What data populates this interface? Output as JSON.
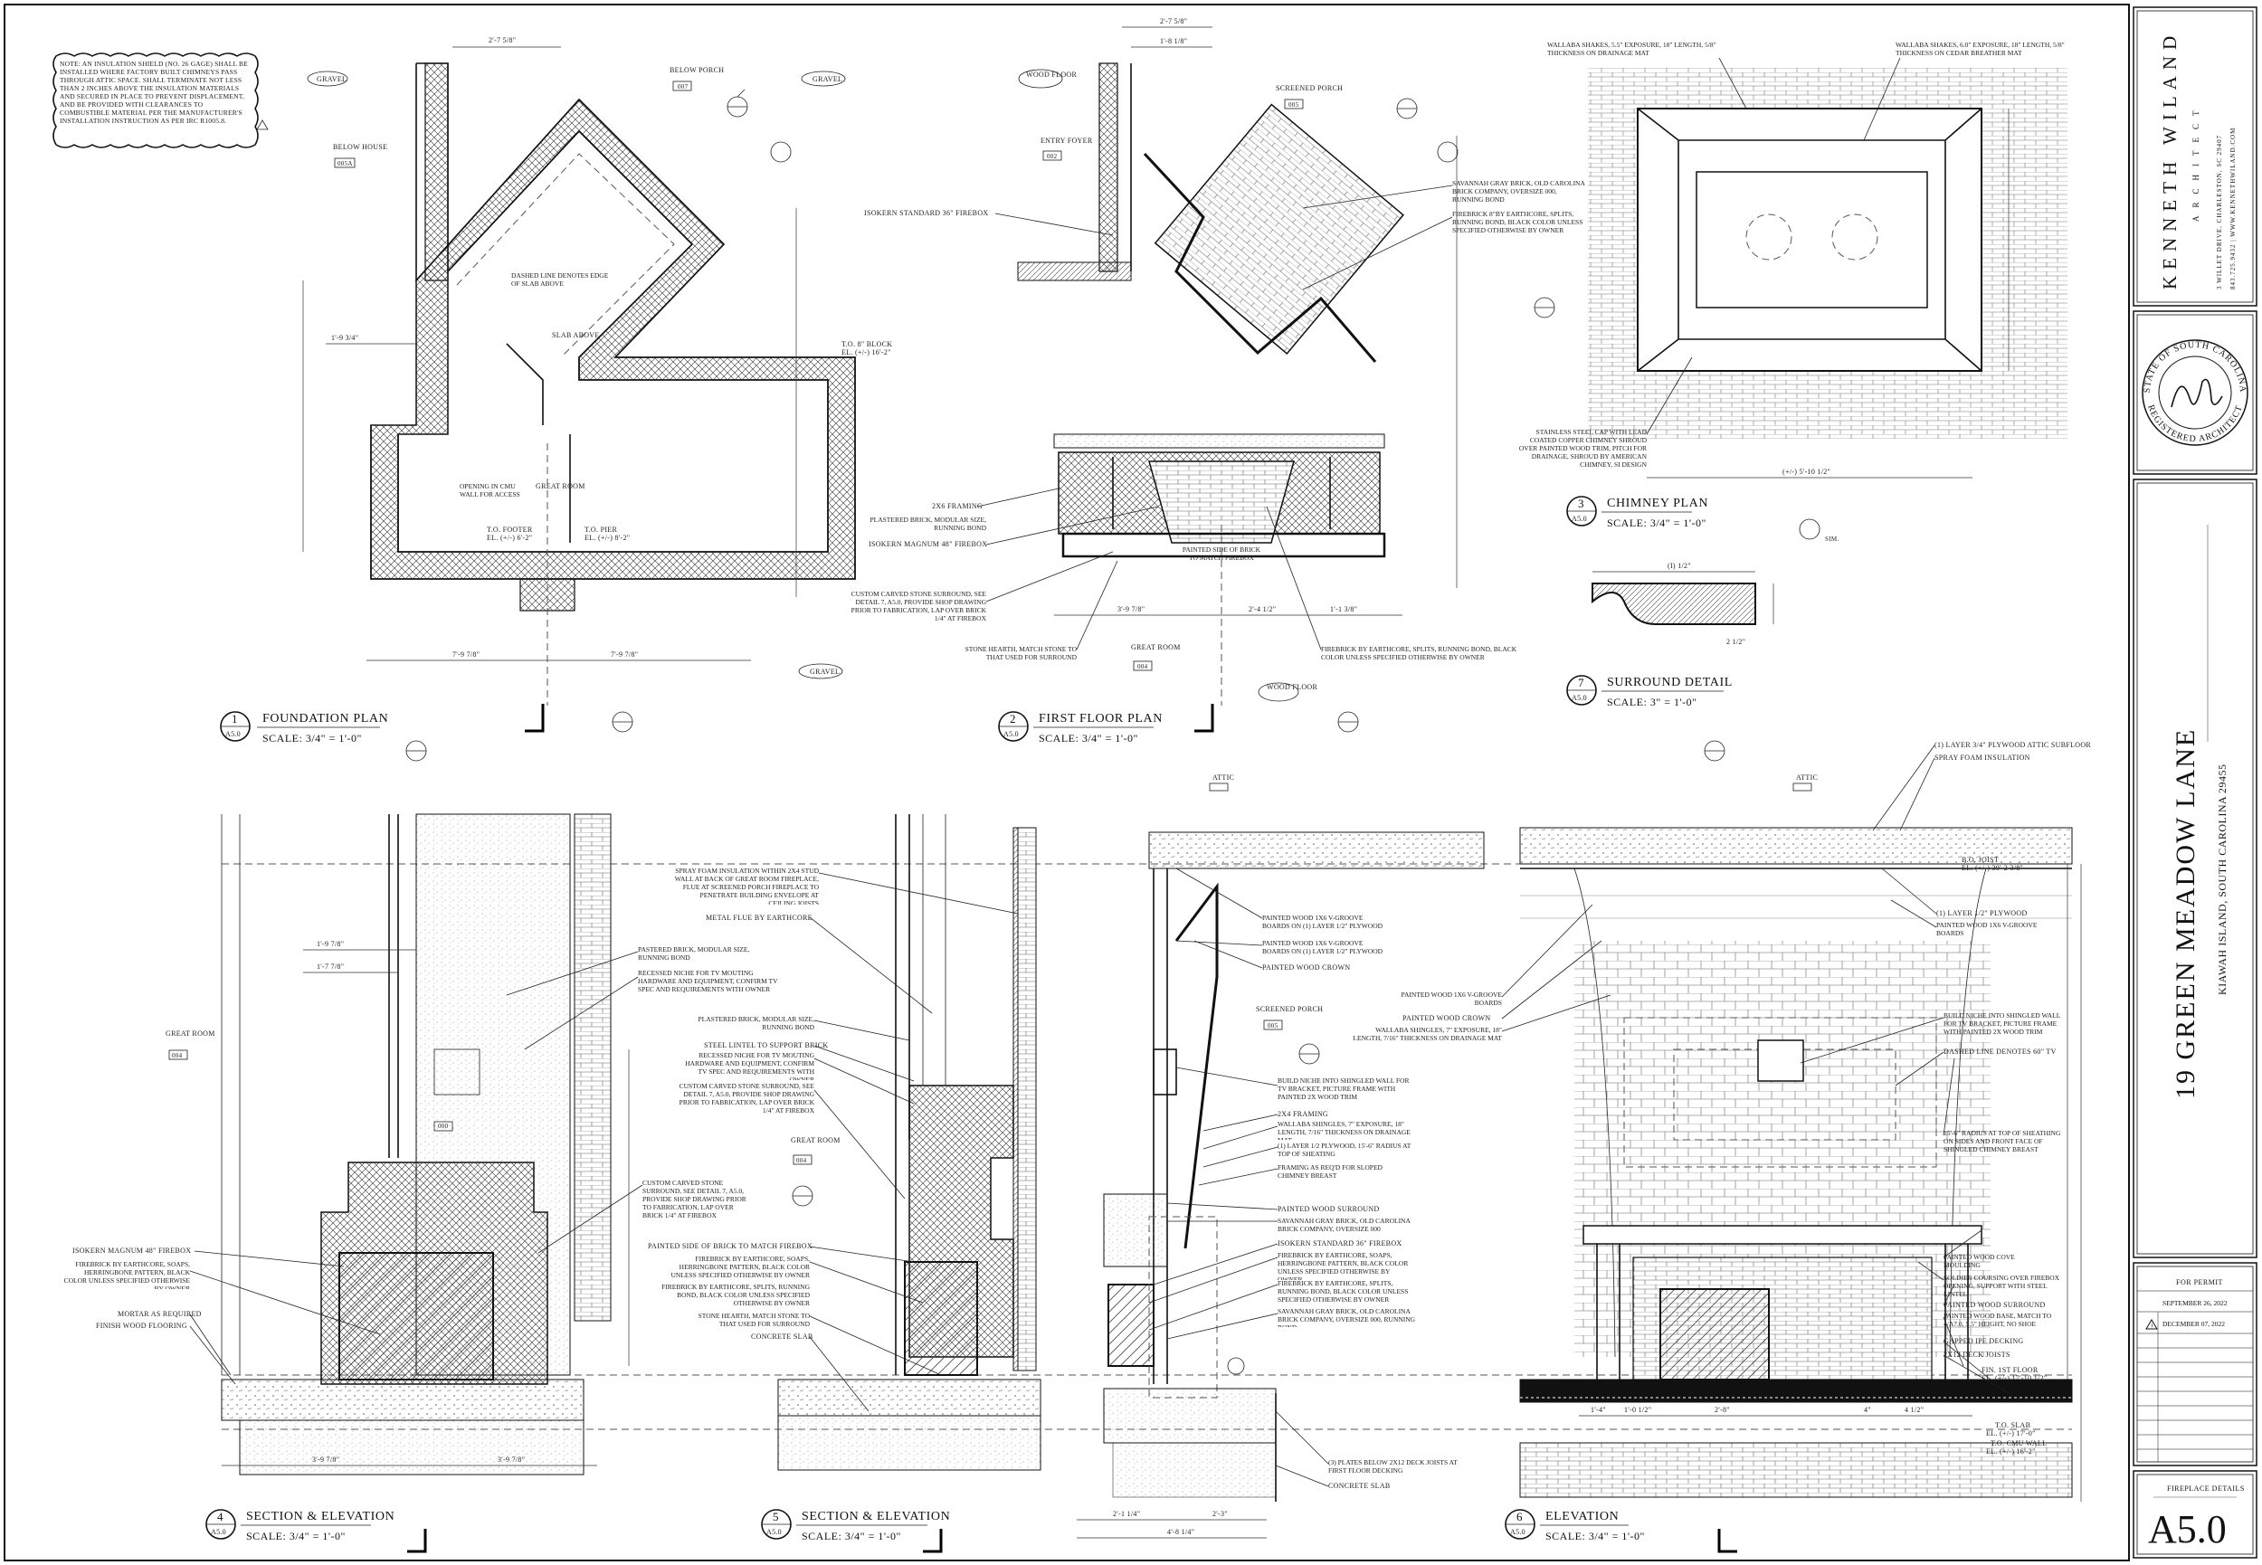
{
  "title_block": {
    "architect_name": "KENNETH WILAND",
    "architect_role": "ARCHITECT",
    "architect_address": "3 WILLET DRIVE, CHARLESTON, SC 29407",
    "architect_contact": "843.725.9432 | WWW.KENNETHWILAND.COM",
    "seal_text_top": "STATE OF SOUTH CAROLINA",
    "seal_text_bottom": "REGISTERED ARCHITECT",
    "project_name": "19 GREEN MEADOW LANE",
    "project_location": "KIAWAH ISLAND, SOUTH CAROLINA 29455",
    "issue_label": "FOR PERMIT",
    "issue_date": "SEPTEMBER 26, 2022",
    "revision_date": "DECEMBER 07, 2022",
    "sheet_title": "FIREPLACE DETAILS",
    "sheet_number": "A5.0"
  },
  "note_cloud": "NOTE: AN INSULATION SHIELD (NO. 26 GAGE) SHALL BE INSTALLED WHERE FACTORY BUILT CHIMNEYS PASS THROUGH ATTIC SPACE. SHALL TERMINATE NOT LESS THAN 2 INCHES ABOVE THE INSULATION MATERIALS AND SECURED IN PLACE TO PREVENT DISPLACEMENT, AND BE PROVIDED WITH CLEARANCES TO COMBUSTIBLE MATERIAL PER THE MANUFACTURER'S INSTALLATION INSTRUCTION AS PER IRC R1005.8.",
  "drawings": [
    {
      "number": "1",
      "sheet": "A5.0",
      "title": "FOUNDATION PLAN",
      "scale": "SCALE: 3/4\" = 1'-0\""
    },
    {
      "number": "2",
      "sheet": "A5.0",
      "title": "FIRST FLOOR PLAN",
      "scale": "SCALE: 3/4\" = 1'-0\""
    },
    {
      "number": "3",
      "sheet": "A5.0",
      "title": "CHIMNEY PLAN",
      "scale": "SCALE: 3/4\" = 1'-0\""
    },
    {
      "number": "7",
      "sheet": "A5.0",
      "title": "SURROUND DETAIL",
      "scale": "SCALE: 3\" = 1'-0\""
    },
    {
      "number": "4",
      "sheet": "A5.0",
      "title": "SECTION & ELEVATION",
      "scale": "SCALE: 3/4\" = 1'-0\""
    },
    {
      "number": "5",
      "sheet": "A5.0",
      "title": "SECTION & ELEVATION",
      "scale": "SCALE: 3/4\" = 1'-0\""
    },
    {
      "number": "6",
      "sheet": "A5.0",
      "title": "ELEVATION",
      "scale": "SCALE: 3/4\" = 1'-0\""
    }
  ],
  "plan1": {
    "gravel_1": "GRAVEL",
    "gravel_2": "GRAVEL",
    "gravel_3": "GRAVEL",
    "below_house": "BELOW HOUSE",
    "below_house_tag": "005A",
    "below_porch": "BELOW PORCH",
    "below_porch_tag": "007",
    "dashed_line": "DASHED LINE DENOTES EDGE OF SLAB ABOVE",
    "slab_above": "SLAB ABOVE",
    "great_room": "GREAT ROOM",
    "opening": "OPENING IN CMU WALL FOR ACCESS",
    "to_footer": "T.O. FOOTER",
    "to_footer_el": "EL. (+/-) 6'-2\"",
    "to_pier": "T.O. PIER",
    "to_pier_el": "EL. (+/-) 8'-2\"",
    "to_block": "T.O. 8\" BLOCK",
    "to_block_el": "EL. (+/-) 16'-2\"",
    "dim_top": "2'-7 5/8\"",
    "dim_left": "1'-9 3/4\"",
    "dim_b1": "7'-9 7/8\"",
    "dim_b2": "7'-9 7/8\""
  },
  "plan2": {
    "wood_floor": "WOOD FLOOR",
    "entry_foyer": "ENTRY FOYER",
    "entry_foyer_tag": "002",
    "screened_porch": "SCREENED PORCH",
    "screened_porch_tag": "005",
    "isokern_36": "ISOKERN STANDARD 36\" FIREBOX",
    "savannah": "SAVANNAH GRAY BRICK, OLD CAROLINA BRICK COMPANY, OVERSIZE 000, RUNNING BOND",
    "firebrick_8": "FIREBRICK 8\"BY EARTHCORE, SPLITS, RUNNING BOND, BLACK COLOR UNLESS SPECIFIED OTHERWISE BY OWNER",
    "framing": "2X6 FRAMING",
    "plastered": "PLASTERED BRICK, MODULAR SIZE, RUNNING BOND",
    "isokern_48": "ISOKERN MAGNUM 48\" FIREBOX",
    "painted_side": "PAINTED SIDE OF BRICK TO MATCH FIREBOX",
    "custom_carved": "CUSTOM CARVED STONE SURROUND, SEE DETAIL 7, A5.0, PROVIDE SHOP DRAWING PRIOR TO FABRICATION, LAP OVER BRICK 1/4\" AT FIREBOX",
    "stone_hearth": "STONE HEARTH, MATCH STONE TO THAT USED FOR SURROUND",
    "firebrick_by": "FIREBRICK BY EARTHCORE, SPLITS, RUNNING BOND, BLACK COLOR UNLESS SPECIFIED OTHERWISE BY OWNER",
    "great_room": "GREAT ROOM",
    "great_room_tag": "004",
    "wood_floor_2": "WOOD FLOOR",
    "dim_top_1": "2'-7 5/8\"",
    "dim_top_2": "1'-8 1/8\"",
    "dim_b1": "3'-9 7/8\"",
    "dim_b2": "2'-4 1/2\"",
    "dim_b3": "1'-1 3/8\""
  },
  "plan3": {
    "wallaba_left": "WALLABA SHAKES, 5.5\" EXPOSURE, 18\" LENGTH, 5/8\" THICKNESS ON DRAINAGE MAT",
    "wallaba_right": "WALLABA SHAKES, 6.0\" EXPOSURE, 18\" LENGTH, 5/8\" THICKNESS ON CEDAR BREATHER MAT",
    "stainless": "STAINLESS STEEL CAP WITH LEAD COATED COPPER CHIMNEY SHROUD OVER PAINTED WOOD TRIM, PITCH FOR DRAINAGE, SHROUD BY AMERICAN CHIMNEY, SI DESIGN",
    "dim_bottom": "(+/-) 5'-10 1/2\"",
    "sim": "SIM."
  },
  "detail7": {
    "dim_top": "(I) 1/2\"",
    "dim_r": "2 1/2\""
  },
  "section4": {
    "spray_foam": "SPRAY FOAM INSULATION WITHIN 2X4 STUD WALL AT BACK OF GREAT ROOM FIREPLACE, FLUE AT SCREENED PORCH FIREPLACE TO PENETRATE BUILDING ENVELOPE AT CEILING JOISTS",
    "metal_flue": "METAL FLUE BY EARTHCORE",
    "pastered": "PASTERED BRICK, MODULAR SIZE, RUNNING BOND",
    "recessed": "RECESSED NICHE FOR TV MOUTING HARDWARE AND EQUIPMENT, CONFIRM TV SPEC AND REQUIREMENTS WITH OWNER",
    "custom": "CUSTOM CARVED STONE SURROUND, SEE DETAIL 7, A5.0, PROVIDE SHOP DRAWING PRIOR TO FABRICATION, LAP OVER BRICK 1/4\" AT FIREBOX",
    "isokern": "ISOKERN MAGNUM 48\" FIREBOX",
    "firebrick": "FIREBRICK BY EARTHCORE, SOAPS, HERRINGBONE PATTERN, BLACK COLOR UNLESS SPECIFIED OTHERWISE BY OWNER",
    "mortar": "MORTAR AS REQUIRED",
    "finish_wood": "FINISH WOOD FLOORING",
    "great_room": "GREAT ROOM",
    "great_room_tag": "004",
    "dim_1": "1'-9 7/8\"",
    "dim_2": "1'-7 7/8\"",
    "dim_b1": "3'-9 7/8\"",
    "dim_b2": "3'-9 7/8\""
  },
  "section5": {
    "plastered": "PLASTERED BRICK, MODULAR SIZE, RUNNING BOND",
    "steel_lintel": "STEEL LINTEL TO SUPPORT BRICK",
    "recessed": "RECESSED NICHE FOR TV MOUTING HARDWARE AND EQUIPMENT, CONFIRM TV SPEC AND REQUIREMENTS WITH OWNER",
    "custom": "CUSTOM CARVED STONE SURROUND, SEE DETAIL 7, A5.0, PROVIDE SHOP DRAWING PRIOR TO FABRICATION, LAP OVER BRICK 1/4\" AT FIREBOX",
    "painted_side": "PAINTED SIDE OF BRICK TO MATCH FIREBOX",
    "firebrick_soaps": "FIREBRICK BY EARTHCORE, SOAPS, HERRINGBONE PATTERN, BLACK COLOR UNLESS SPECIFIED OTHERWISE BY OWNER",
    "firebrick_splits": "FIREBRICK BY EARTHCORE, SPLITS, RUNNING BOND, BLACK COLOR UNLESS SPECIFIED OTHERWISE BY OWNER",
    "stone_hearth": "STONE HEARTH, MATCH STONE TO THAT USED FOR SURROUND",
    "concrete": "CONCRETE SLAB",
    "great_room": "GREAT ROOM",
    "great_room_tag": "004",
    "screened_porch": "SCREENED PORCH",
    "screened_porch_tag": "005",
    "attic": "ATTIC",
    "v_groove_1": "PAINTED WOOD 1X6 V-GROOVE BOARDS ON (1) LAYER 1/2\" PLYWOOD",
    "v_groove_2": "PAINTED WOOD 1X6 V-GROOVE BOARDS ON (1) LAYER 1/2\" PLYWOOD",
    "crown": "PAINTED WOOD CROWN",
    "build_niche": "BUILD NICHE INTO SHINGLED WALL FOR TV BRACKET, PICTURE FRAME WITH PAINTED 2X WOOD TRIM",
    "framing": "2X4 FRAMING",
    "wallaba": "WALLABA SHINGLES, 7\" EXPOSURE, 18\" LENGTH, 7/16\" THICKNESS ON DRAINAGE MAT",
    "plywood_radius": "(1) LAYER 1/2 PLYWOOD, 15'-6\" RADIUS AT TOP OF SHEATING",
    "framing_chimney": "FRAMING AS REQ'D FOR SLOPED CHIMNEY BREAST",
    "surround": "PAINTED WOOD SURROUND",
    "savannah": "SAVANNAH GRAY BRICK, OLD CAROLINA BRICK COMPANY, OVERSIZE 000",
    "isokern36": "ISOKERN STANDARD 36\" FIREBOX",
    "fb_soaps": "FIREBRICK BY EARTHCORE, SOAPS, HERRINGBONE PATTERN, BLACK COLOR UNLESS SPECIFIED OTHERWISE BY OWNER",
    "fb_splits": "FIREBRICK BY EARTHCORE, SPLITS, RUNNING BOND, BLACK COLOR UNLESS SPECIFIED OTHERWISE BY OWNER",
    "savannah_rb": "SAVANNAH GRAY BRICK, OLD CAROLINA BRICK COMPANY, OVERSIZE 000, RUNNING BOND",
    "plates": "(3) PLATES BELOW 2X12 DECK JOISTS AT FIRST FLOOR DECKING",
    "concrete2": "CONCRETE SLAB",
    "dim_b1": "2'-1 1/4\"",
    "dim_b2": "2'-3\"",
    "dim_b3": "4'-8 1/4\""
  },
  "elevation6": {
    "attic": "ATTIC",
    "plywood_attic": "(1) LAYER 3/4\" PLYWOOD ATTIC SUBFLOOR",
    "spray_foam": "SPRAY FOAM INSULATION",
    "bo_joist": "B.O. JOIST",
    "bo_joist_el": "EL. (+/-) 30'-2 3/8\"",
    "plywood": "(1) LAYER 1/2\" PLYWOOD",
    "v_groove": "PAINTED WOOD 1X6 V-GROOVE BOARDS",
    "v_groove_left": "PAINTED WOOD 1X6 V-GROOVE BOARDS",
    "crown": "PAINTED WOOD CROWN",
    "wallaba": "WALLABA SHINGLES, 7\" EXPOSURE, 18\" LENGTH, 7/16\" THICKNESS ON DRAINAGE MAT",
    "build_niche": "BUILD NICHE INTO SHINGLED WALL FOR TV BRACKET, PICTURE FRAME WITH PAINTED 2X WOOD TRIM",
    "dashed_tv": "DASHED LINE DENOTES 60\" TV",
    "radius": "15'-6\" RADIUS AT TOP OF SHEATHING ON SIDES AND FRONT FACE OF SHINGLED CHIMNEY BREAST",
    "cove": "PAINTED WOOD COVE MOULDING",
    "soldier": "SOLDIER COURSING OVER FIREBOX OPENING, SUPPORT WITH STEEL LINTEL",
    "surround": "PAINTED WOOD SURROUND",
    "base": "PAINTED WOOD BASE, MATCH TO 4/A7.0, 5.5\" HEIGHT, NO SHOE",
    "gapped": "GAPPED IPE DECKING",
    "deck_joists": "2X12 DECK JOISTS",
    "fin_floor": "FIN. 1ST FLOOR",
    "fin_floor_el": "EL. (+/-) 17'-10 1/2\"",
    "to_slab": "T.O. SLAB",
    "to_slab_el": "EL. (+/-) 17'-0\"",
    "to_cmu": "T.O. CMU WALL",
    "to_cmu_el": "EL. (+/-) 16'-2\"",
    "dim_b1": "1'-4\"",
    "dim_b2": "1'-0 1/2\"",
    "dim_b3": "2'-8\"",
    "dim_b4": "4\"",
    "dim_b5": "4 1/2\""
  }
}
